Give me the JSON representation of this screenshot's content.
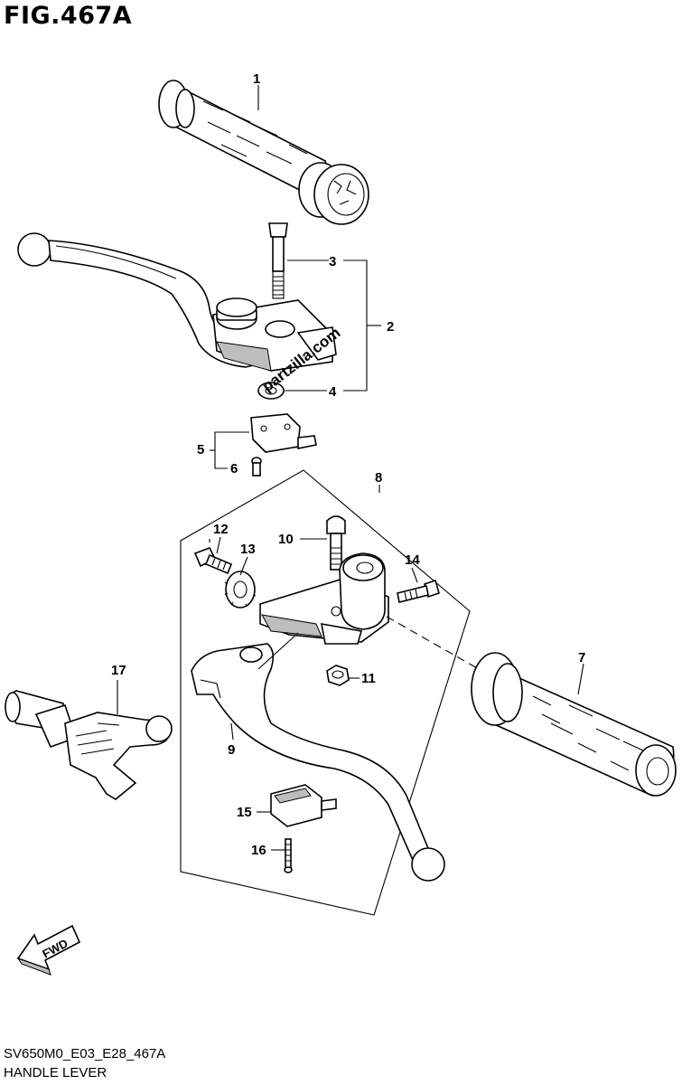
{
  "figure": {
    "title": "FIG.467A",
    "code": "SV650M0_E03_E28_467A",
    "name": "HANDLE LEVER",
    "watermark": "partzilla.com",
    "direction_label": "FWD"
  },
  "callouts": [
    {
      "id": "c1",
      "text": "1"
    },
    {
      "id": "c2",
      "text": "2"
    },
    {
      "id": "c3",
      "text": "3"
    },
    {
      "id": "c4",
      "text": "4"
    },
    {
      "id": "c5",
      "text": "5"
    },
    {
      "id": "c6",
      "text": "6"
    },
    {
      "id": "c7",
      "text": "7"
    },
    {
      "id": "c8",
      "text": "8"
    },
    {
      "id": "c9",
      "text": "9"
    },
    {
      "id": "c10",
      "text": "10"
    },
    {
      "id": "c11",
      "text": "11"
    },
    {
      "id": "c12",
      "text": "12"
    },
    {
      "id": "c13",
      "text": "13"
    },
    {
      "id": "c14",
      "text": "14"
    },
    {
      "id": "c15",
      "text": "15"
    },
    {
      "id": "c16",
      "text": "16"
    },
    {
      "id": "c17",
      "text": "17"
    }
  ],
  "colors": {
    "line": "#000000",
    "background": "#ffffff",
    "shade": "#bdbdbd"
  }
}
